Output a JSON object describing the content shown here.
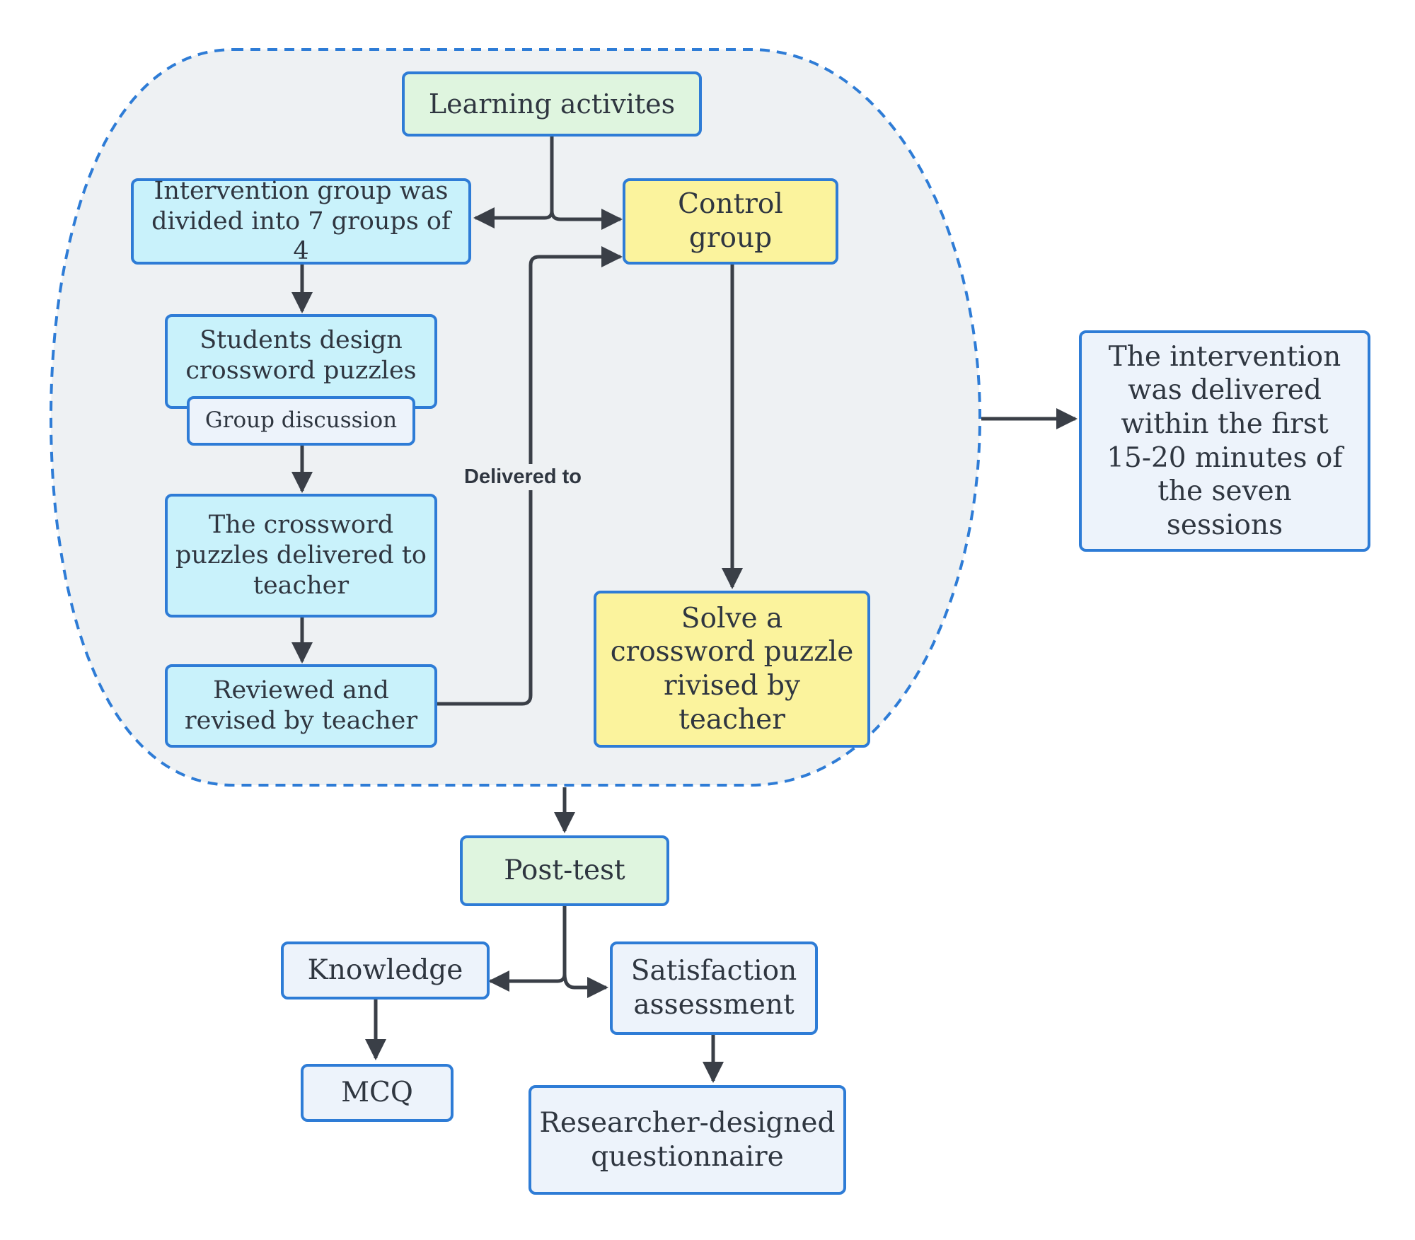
{
  "nodes": {
    "learning_activities": "Learning activites",
    "intervention_group": "Intervention group was divided into 7 groups of 4",
    "control_group": "Control group",
    "students_design": "Students design crossword puzzles",
    "group_discussion": "Group discussion",
    "puzzles_delivered": "The crossword puzzles delivered to teacher",
    "reviewed_revised": "Reviewed and revised by teacher",
    "solve_puzzle": "Solve a crossword puzzle rivised by teacher",
    "intervention_timing": "The intervention was delivered within the first 15-20 minutes of the seven sessions",
    "post_test": "Post-test",
    "knowledge": "Knowledge",
    "satisfaction": "Satisfaction assessment",
    "mcq": "MCQ",
    "questionnaire": "Researcher-designed questionnaire"
  },
  "edge_labels": {
    "delivered_to": "Delivered to"
  },
  "colors": {
    "border": "#2e7cd6",
    "arrow": "#3a3f47",
    "group_fill": "#eef1f3",
    "green": "#dff5df",
    "cyan": "#c9f2fb",
    "yellow": "#fbf39d",
    "pale_blue": "#edf3fb"
  }
}
